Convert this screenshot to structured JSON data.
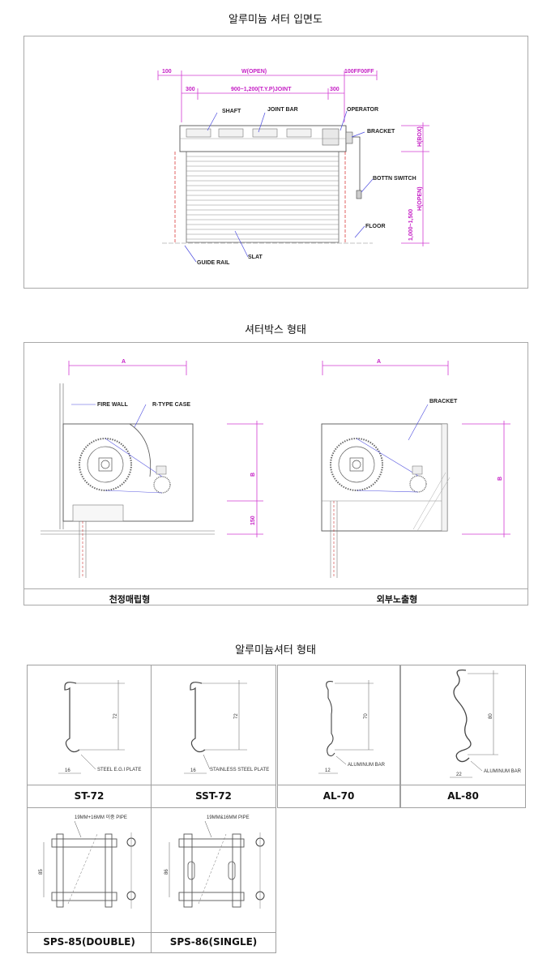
{
  "section1": {
    "title": "알루미늄 셔터 입면도",
    "dims": {
      "left_offset": "100",
      "width_label": "W(OPEN)",
      "right_offset": "100FF00FF",
      "left_300": "300",
      "joint": "900~1,200(T.Y.P)JOINT",
      "right_300": "300",
      "h_box": "H(BOX)",
      "h_open": "H(OPEN)",
      "switch_height": "1,000~1,500"
    },
    "labels": {
      "shaft": "SHAFT",
      "joint_bar": "JOINT BAR",
      "operator": "OPERATOR",
      "bracket": "BRACKET",
      "switch": "BOTTN  SWITCH",
      "floor": "FLOOR",
      "slat": "SLAT",
      "guide_rail": "GUIDE RAIL"
    }
  },
  "section2": {
    "title": "셔터박스 형태",
    "left": {
      "dim_a": "A",
      "dim_b": "B",
      "dim_150": "150",
      "fire_wall": "FIRE WALL",
      "case": "R-TYPE CASE",
      "caption": "천정매립형"
    },
    "right": {
      "dim_a": "A",
      "dim_b": "B",
      "bracket": "BRACKET",
      "caption": "외부노출형"
    }
  },
  "section3": {
    "title": "알루미늄셔터 형태",
    "items": [
      {
        "model": "ST-72",
        "material": "STEEL E.G.I PLATE",
        "height": "72",
        "width": "16"
      },
      {
        "model": "SST-72",
        "material": "STAINLESS STEEL PLATE",
        "height": "72",
        "width": "16"
      },
      {
        "model": "AL-70",
        "material": "ALUMINUM BAR",
        "height": "70",
        "width": "12"
      },
      {
        "model": "AL-80",
        "material": "ALUMINUM BAR",
        "height": "80",
        "width": "22"
      },
      {
        "model": "SPS-85(DOUBLE)",
        "material": "19MM+16MM 이중 PIPE",
        "height": "85"
      },
      {
        "model": "SPS-86(SINGLE)",
        "material": "19MM&16MM PIPE",
        "height": "86"
      }
    ]
  }
}
